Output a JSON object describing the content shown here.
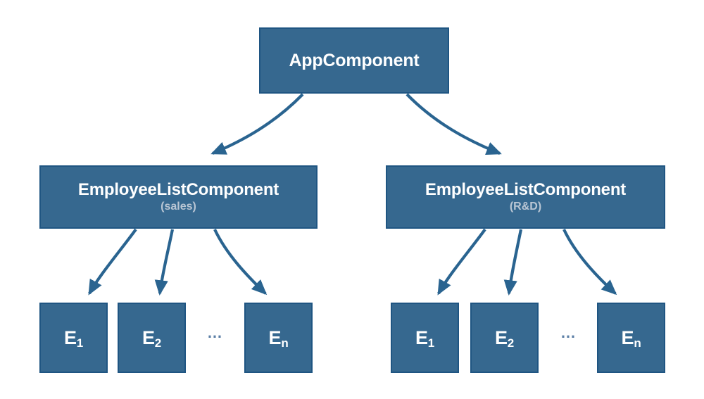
{
  "diagram": {
    "title": "Angular component tree with two EmployeeListComponent instances",
    "background_color": "#ffffff",
    "node_fill_color": "#36688f",
    "node_border_color": "#1f5582",
    "node_text_color": "#ffffff",
    "node_subtext_color": "#b9c6d4",
    "arrow_color": "#2a6490",
    "ellipsis_text": "…"
  },
  "nodes": {
    "root": {
      "label": "AppComponent"
    },
    "mid": [
      {
        "label": "EmployeeListComponent",
        "sublabel": "(sales)"
      },
      {
        "label": "EmployeeListComponent",
        "sublabel": "(R&D)"
      }
    ],
    "leaves_left": [
      {
        "base": "E",
        "sub": "1"
      },
      {
        "base": "E",
        "sub": "2"
      },
      {
        "base": "E",
        "sub": "n"
      }
    ],
    "leaves_right": [
      {
        "base": "E",
        "sub": "1"
      },
      {
        "base": "E",
        "sub": "2"
      },
      {
        "base": "E",
        "sub": "n"
      }
    ]
  },
  "edges": [
    {
      "from": "AppComponent",
      "to": "EmployeeListComponent (sales)"
    },
    {
      "from": "AppComponent",
      "to": "EmployeeListComponent (R&D)"
    },
    {
      "from": "EmployeeListComponent (sales)",
      "to": "E1"
    },
    {
      "from": "EmployeeListComponent (sales)",
      "to": "E2"
    },
    {
      "from": "EmployeeListComponent (sales)",
      "to": "En"
    },
    {
      "from": "EmployeeListComponent (R&D)",
      "to": "E1"
    },
    {
      "from": "EmployeeListComponent (R&D)",
      "to": "E2"
    },
    {
      "from": "EmployeeListComponent (R&D)",
      "to": "En"
    }
  ]
}
